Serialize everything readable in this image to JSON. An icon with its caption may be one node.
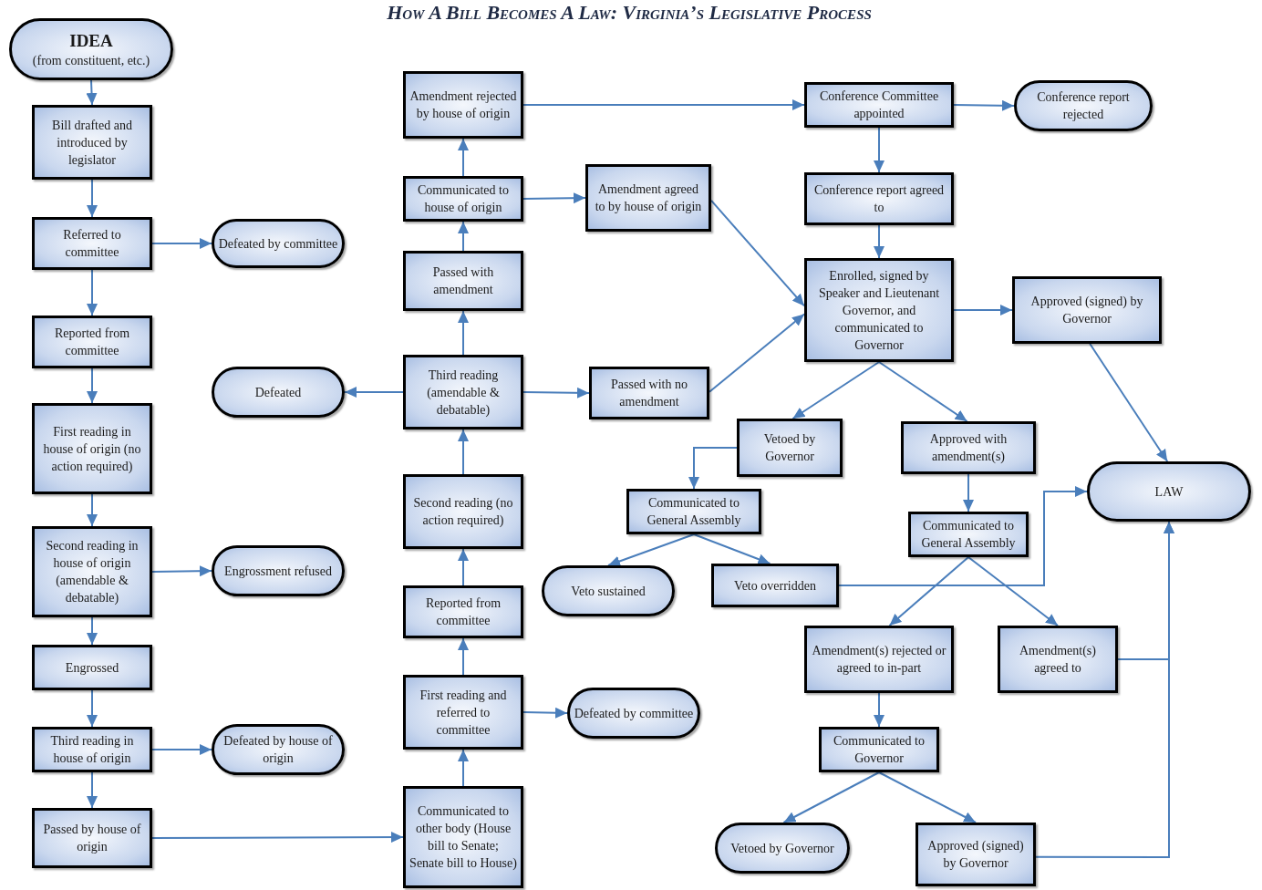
{
  "diagram": {
    "title": "How A Bill Becomes A Law: Virginia’s Legislative Process",
    "nodes": [
      {
        "text": [
          "IDEA",
          "(from constituent, etc.)"
        ]
      },
      {
        "text": [
          "Bill drafted and introduced by legislator"
        ]
      },
      {
        "text": [
          "Referred to committee"
        ]
      },
      {
        "text": [
          "Defeated by committee"
        ]
      },
      {
        "text": [
          "Reported from committee"
        ]
      },
      {
        "text": [
          "First reading in house of origin (no action required)"
        ]
      },
      {
        "text": [
          "Second reading in house of origin (amendable & debatable)"
        ]
      },
      {
        "text": [
          "Engrossment refused"
        ]
      },
      {
        "text": [
          "Engrossed"
        ]
      },
      {
        "text": [
          "Third reading in house of origin"
        ]
      },
      {
        "text": [
          "Defeated by house of origin"
        ]
      },
      {
        "text": [
          "Passed by house of origin"
        ]
      },
      {
        "text": [
          "Communicated to other body (House bill to Senate; Senate bill to House)"
        ]
      },
      {
        "text": [
          "First reading and referred to committee"
        ]
      },
      {
        "text": [
          "Defeated by committee"
        ]
      },
      {
        "text": [
          "Reported from committee"
        ]
      },
      {
        "text": [
          "Second reading (no action required)"
        ]
      },
      {
        "text": [
          "Third reading (amendable & debatable)"
        ]
      },
      {
        "text": [
          "Defeated"
        ]
      },
      {
        "text": [
          "Passed with no amendment"
        ]
      },
      {
        "text": [
          "Passed with amendment"
        ]
      },
      {
        "text": [
          "Communicated to house of origin"
        ]
      },
      {
        "text": [
          "Amendment agreed to by house of origin"
        ]
      },
      {
        "text": [
          "Amendment rejected by house of origin"
        ]
      },
      {
        "text": [
          "Conference Committee appointed"
        ]
      },
      {
        "text": [
          "Conference report rejected"
        ]
      },
      {
        "text": [
          "Conference report agreed to"
        ]
      },
      {
        "text": [
          "Enrolled, signed by Speaker and Lieutenant Governor, and communicated to Governor"
        ]
      },
      {
        "text": [
          "Approved (signed) by Governor"
        ]
      },
      {
        "text": [
          "Vetoed by Governor"
        ]
      },
      {
        "text": [
          "Approved with amendment(s)"
        ]
      },
      {
        "text": [
          "LAW"
        ]
      },
      {
        "text": [
          "Communicated to General Assembly"
        ]
      },
      {
        "text": [
          "Communicated to General Assembly"
        ]
      },
      {
        "text": [
          "Veto sustained"
        ]
      },
      {
        "text": [
          "Veto overridden"
        ]
      },
      {
        "text": [
          "Amendment(s) rejected or agreed to in-part"
        ]
      },
      {
        "text": [
          "Amendment(s) agreed to"
        ]
      },
      {
        "text": [
          "Communicated to Governor"
        ]
      },
      {
        "text": [
          "Vetoed by Governor"
        ]
      },
      {
        "text": [
          "Approved (signed) by Governor"
        ]
      }
    ],
    "edges": [
      {
        "from": 0,
        "to": 1,
        "arrow": "to"
      },
      {
        "from": 1,
        "to": 2,
        "arrow": "to"
      },
      {
        "from": 2,
        "to": 3,
        "arrow": "to"
      },
      {
        "from": 2,
        "to": 4,
        "arrow": "to"
      },
      {
        "from": 4,
        "to": 5,
        "arrow": "to"
      },
      {
        "from": 5,
        "to": 6,
        "arrow": "to"
      },
      {
        "from": 6,
        "to": 7,
        "arrow": "to"
      },
      {
        "from": 6,
        "to": 8,
        "arrow": "to"
      },
      {
        "from": 8,
        "to": 9,
        "arrow": "to"
      },
      {
        "from": 9,
        "to": 10,
        "arrow": "to"
      },
      {
        "from": 9,
        "to": 11,
        "arrow": "to"
      },
      {
        "from": 11,
        "to": 12,
        "arrow": "to"
      },
      {
        "from": 12,
        "to": 13,
        "arrow": "to"
      },
      {
        "from": 13,
        "to": 14,
        "arrow": "to"
      },
      {
        "from": 13,
        "to": 15,
        "arrow": "to"
      },
      {
        "from": 15,
        "to": 16,
        "arrow": "to"
      },
      {
        "from": 16,
        "to": 17,
        "arrow": "to"
      },
      {
        "from": 17,
        "to": 18,
        "arrow": "to"
      },
      {
        "from": 17,
        "to": 19,
        "arrow": "to"
      },
      {
        "from": 17,
        "to": 20,
        "arrow": "to"
      },
      {
        "from": 20,
        "to": 21,
        "arrow": "to"
      },
      {
        "from": 21,
        "to": 23,
        "arrow": "to"
      },
      {
        "from": 21,
        "to": 22,
        "arrow": "to"
      },
      {
        "from": 23,
        "to": 24,
        "arrow": "to"
      },
      {
        "from": 24,
        "to": 25,
        "arrow": "to"
      },
      {
        "from": 24,
        "to": 26,
        "arrow": "to"
      },
      {
        "from": 26,
        "to": 27,
        "arrow": "to"
      },
      {
        "from": 22,
        "to": 27,
        "arrow": "to"
      },
      {
        "from": 19,
        "to": 27,
        "arrow": "to"
      },
      {
        "from": 27,
        "to": 28,
        "arrow": "to"
      },
      {
        "from": 27,
        "to": 29,
        "arrow": "to"
      },
      {
        "from": 27,
        "to": 30,
        "arrow": "to"
      },
      {
        "from": 28,
        "to": 31,
        "arrow": "to"
      },
      {
        "from": 29,
        "to": 32,
        "arrow": "to"
      },
      {
        "from": 32,
        "to": 34,
        "arrow": "to"
      },
      {
        "from": 32,
        "to": 35,
        "arrow": "to"
      },
      {
        "from": 30,
        "to": 33,
        "arrow": "to"
      },
      {
        "from": 35,
        "to": 31,
        "arrow": "to"
      },
      {
        "from": 33,
        "to": 36,
        "arrow": "to"
      },
      {
        "from": 33,
        "to": 37,
        "arrow": "to"
      },
      {
        "from": 37,
        "to": 31,
        "arrow": "to"
      },
      {
        "from": 40,
        "to": 31,
        "arrow": "to"
      },
      {
        "from": 36,
        "to": 38,
        "arrow": "to"
      },
      {
        "from": 38,
        "to": 39,
        "arrow": "to"
      },
      {
        "from": 38,
        "to": 40,
        "arrow": "to"
      }
    ]
  }
}
